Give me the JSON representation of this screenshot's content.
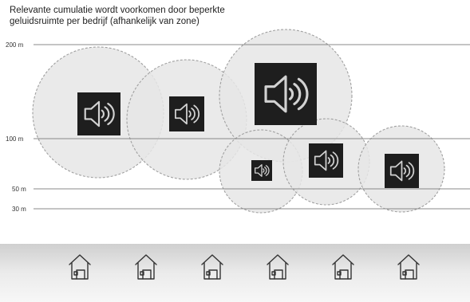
{
  "title_lines": [
    "Relevante cumulatie wordt voorkomen door beperkte",
    "geluidsruimte per bedrijf (afhankelijk van zone)"
  ],
  "y_axis": {
    "ticks": [
      {
        "label": "200 m",
        "value": 200
      },
      {
        "label": "100 m",
        "value": 100
      },
      {
        "label": "50 m",
        "value": 50
      },
      {
        "label": "30 m",
        "value": 30
      }
    ]
  },
  "sources": [
    {
      "icon": "speaker-icon"
    },
    {
      "icon": "speaker-icon"
    },
    {
      "icon": "speaker-icon"
    },
    {
      "icon": "speaker-icon"
    },
    {
      "icon": "speaker-icon"
    },
    {
      "icon": "speaker-icon"
    }
  ],
  "houses": [
    {
      "icon": "house-icon"
    },
    {
      "icon": "house-icon"
    },
    {
      "icon": "house-icon"
    },
    {
      "icon": "house-icon"
    },
    {
      "icon": "house-icon"
    },
    {
      "icon": "house-icon"
    }
  ],
  "colors": {
    "circle_fill": "#e6e6e6",
    "circle_stroke": "#a0a0a0",
    "speaker_bg": "#1e1e1e",
    "speaker_line": "#d2d2d2",
    "ground": "#d9d9d9",
    "house_line": "#333333"
  }
}
